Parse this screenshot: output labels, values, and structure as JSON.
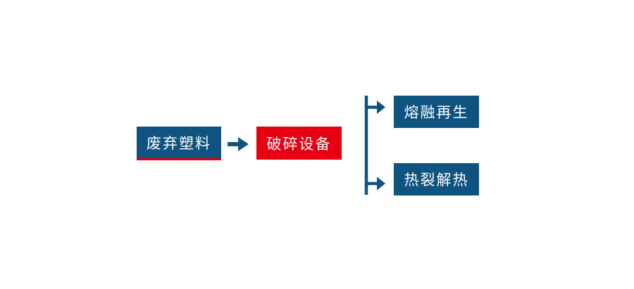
{
  "flowchart": {
    "nodes": {
      "waste_plastic": {
        "label": "废弃塑料"
      },
      "crushing_equipment": {
        "label": "破碎设备"
      },
      "melt_regeneration": {
        "label": "熔融再生"
      },
      "pyrolysis": {
        "label": "热裂解热"
      }
    },
    "icons": {
      "main_arrow": "arrow-right-icon",
      "branch_top_arrow": "arrow-right-icon",
      "branch_bottom_arrow": "arrow-right-icon"
    },
    "colors": {
      "primary_blue": "#0f5380",
      "accent_red": "#e60012",
      "node_text": "#ffffff",
      "canvas_bg": "#ffffff"
    }
  }
}
